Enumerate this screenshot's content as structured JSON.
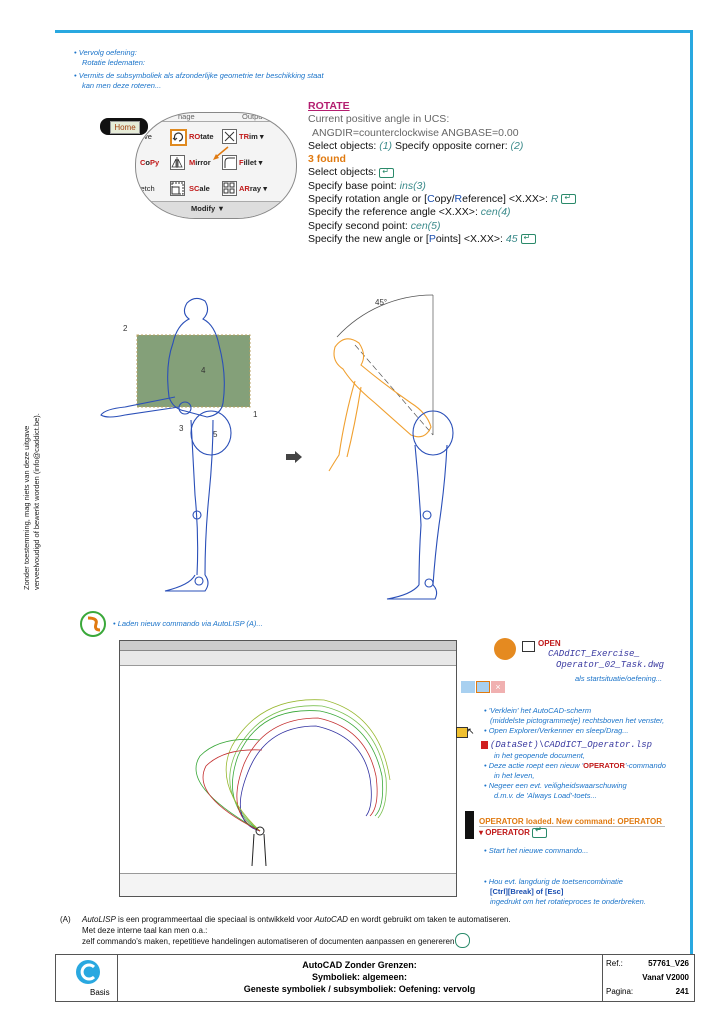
{
  "intro": {
    "line1": "Vervolg oefening:",
    "line2": "Rotatie ledematen:",
    "line3": "Vermits de subsymboliek als afzonderlijke geometrie ter beschikking staat",
    "line4": "kan men deze roteren..."
  },
  "ribbon": {
    "home_tab": "Home",
    "tab_partial_left": "nage",
    "tab_partial_right": "Outpu",
    "row1_left": "ve",
    "rotate_pre": "RO",
    "rotate_post": "tate",
    "trim_pre": "TR",
    "trim_post": "im",
    "copy_pre": "C",
    "copy_mid": "o",
    "copy_post": "Py",
    "mirror_pre": "M",
    "mirror_post": "irror",
    "fillet_pre": "F",
    "fillet_post": "illet",
    "stretch": "retch",
    "scale_pre": "SC",
    "scale_post": "ale",
    "array_pre": "AR",
    "array_post": "ray",
    "panel": "Modify ▼"
  },
  "command": {
    "title": "ROTATE",
    "line1": "Current positive angle in UCS:",
    "line2": "ANGDIR=counterclockwise  ANGBASE=0.00",
    "l3a": "Select objects: ",
    "l3b": "(1)",
    "l3c": "   Specify opposite corner: ",
    "l3d": "(2)",
    "found": "3 found",
    "l5": "Select objects: ",
    "l6a": "Specify base point: ",
    "l6b": "ins(3)",
    "l7a": "Specify rotation angle or [",
    "l7b": "C",
    "l7c": "opy/",
    "l7d": "R",
    "l7e": "eference] <X.XX>: ",
    "l7f": "R",
    "l8a": "Specify the reference angle <X.XX>: ",
    "l8b": "cen(4)",
    "l9a": "Specify second point: ",
    "l9b": "cen(5)",
    "l10a": "Specify the new angle or [",
    "l10b": "P",
    "l10c": "oints] <X.XX>: ",
    "l10d": "45"
  },
  "figure": {
    "angle_label": "45°",
    "pt1": "1",
    "pt2": "2",
    "pt3": "3",
    "pt4": "4",
    "pt5": "5"
  },
  "side_text": {
    "line1": "Zonder toestemming, mag niets van deze uitgave",
    "line2": "verveelvoudigd of bewerkt worden (info@caddict.be)."
  },
  "lisp_note": "Laden nieuw commando via AutoLISP (A)...",
  "right": {
    "open": "OPEN",
    "file1": "CADdICT_Exercise_",
    "file2": "Operator_02_Task.dwg",
    "start": "als startsituatie/oefening...",
    "n1": "'Verklein' het AutoCAD-scherm",
    "n2": "(middelste pictogrammetje) rechtsboven het venster,",
    "n3": "Open Explorer/Verkenner en sleep/Drag...",
    "lsp": "(DataSet)\\CADdICT_Operator.lsp",
    "n4": "in het geopende document,",
    "n5a": "Deze actie roept een nieuw '",
    "n5b": "OPERATOR",
    "n5c": "'-commando",
    "n6": "in het leven,",
    "n7": "Negeer een evt. veiligheidswaarschuwing",
    "n8": "d.m.v. de 'Always Load'-toets...",
    "loaded": "OPERATOR loaded. New command: OPERATOR",
    "operator": "OPERATOR",
    "start_cmd": "Start het nieuwe commando...",
    "h1": "Hou evt. langdurig de toetsencombinatie",
    "h2": "[Ctrl][Break] of [Esc]",
    "h3": "ingedrukt om het rotatieproces te onderbreken."
  },
  "footnote": {
    "marker": "(A)",
    "l1a": "AutoLISP",
    "l1b": " is een programmeertaal die speciaal is ontwikkeld voor ",
    "l1c": "AutoCAD",
    "l1d": " en wordt gebruikt om taken te automatiseren.",
    "l2": "Met deze interne taal kan men o.a.:",
    "l3": "zelf commando's maken, repetitieve handelingen automatiseren of documenten aanpassen en genereren"
  },
  "footer": {
    "logo_text": "Basis",
    "title1": "AutoCAD Zonder Grenzen:",
    "title2": "Symboliek: algemeen:",
    "title3": "Geneste symboliek / subsymboliek: Oefening: vervolg",
    "ref_label": "Ref.:",
    "ref_value": "57761_V26",
    "version": "Vanaf V2000",
    "page_label": "Pagina:",
    "page_value": "241"
  },
  "colors": {
    "frame": "#29a8e0",
    "note_blue": "#1a73c9",
    "command_title": "#b31d6f",
    "found_orange": "#e07a10",
    "figure_blue": "#2a4fb8",
    "figure_orange": "#f0a030",
    "selection_green": "#5f7f52"
  }
}
